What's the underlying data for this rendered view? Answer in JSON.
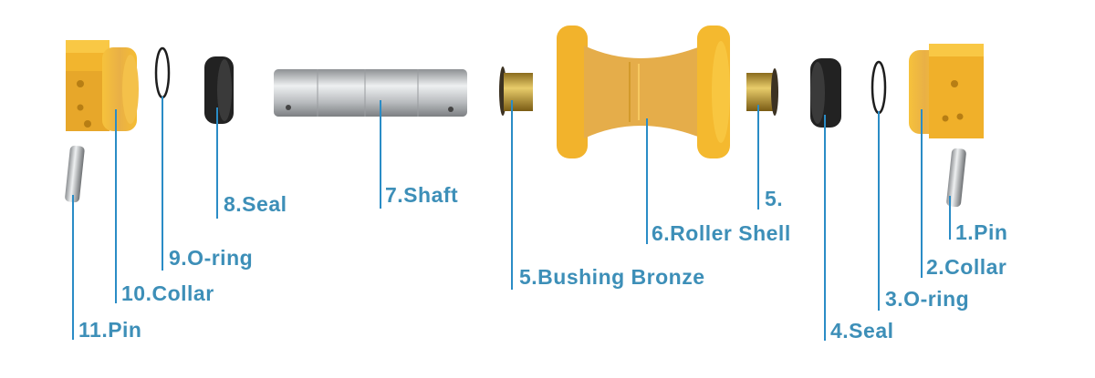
{
  "colors": {
    "part_yellow": "#f3b731",
    "label_blue": "#3d8fb8",
    "leader_line": "#2a8cc6",
    "seal_black": "#1e1e1e",
    "steel": "#c9cbcd",
    "bronze": "#c9a640"
  },
  "parts": [
    {
      "id": "pin-11",
      "label": "11.Pin"
    },
    {
      "id": "collar-10",
      "label": "10.Collar"
    },
    {
      "id": "o-ring-9",
      "label": "9.O-ring"
    },
    {
      "id": "seal-8",
      "label": "8.Seal"
    },
    {
      "id": "shaft-7",
      "label": "7.Shaft"
    },
    {
      "id": "bushing-bronze-5",
      "label": "5.Bushing Bronze"
    },
    {
      "id": "roller-shell-6",
      "label": "6.Roller Shell"
    },
    {
      "id": "bushing-5",
      "label": "5."
    },
    {
      "id": "seal-4",
      "label": "4.Seal"
    },
    {
      "id": "o-ring-3",
      "label": "3.O-ring"
    },
    {
      "id": "collar-2",
      "label": "2.Collar"
    },
    {
      "id": "pin-1",
      "label": "1.Pin"
    }
  ]
}
